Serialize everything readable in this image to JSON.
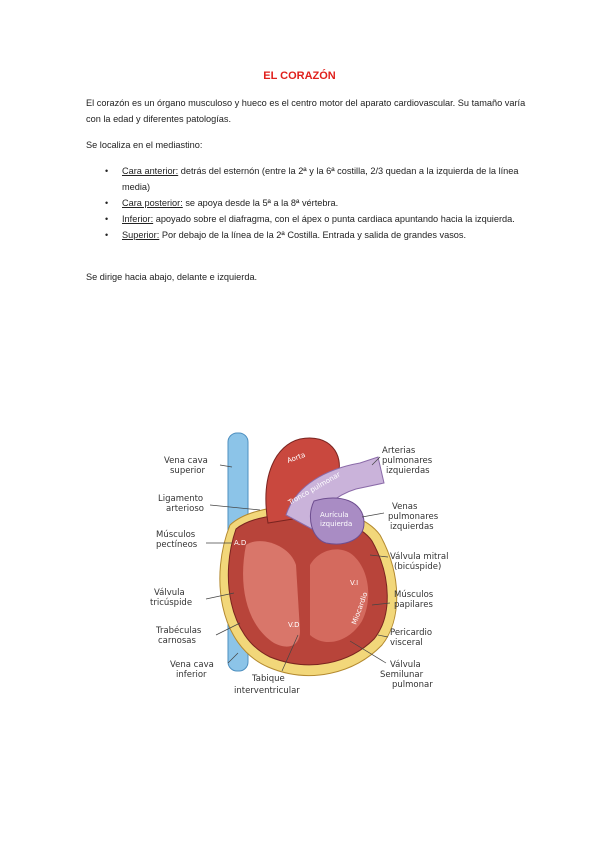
{
  "document": {
    "title": "EL CORAZÓN",
    "intro": "El corazón es un órgano musculoso y hueco es el centro motor del aparato cardiovascular. Su tamaño varía con la edad y diferentes patologías.",
    "location": "Se localiza en el mediastino:",
    "items": [
      {
        "term": "Cara anterior:",
        "text": " detrás del esternón (entre la 2ª y la 6ª costilla, 2/3 quedan a la izquierda de la línea media)"
      },
      {
        "term": "Cara posterior:",
        "text": " se apoya desde la 5ª a la 8ª vértebra."
      },
      {
        "term": "Inferior:",
        "text": " apoyado sobre el diafragma, con el ápex o punta cardiaca apuntando hacia la izquierda."
      },
      {
        "term": "Superior:",
        "text": " Por debajo de la línea de la 2ª Costilla. Entrada y salida de grandes vasos."
      }
    ],
    "direction": "Se dirige hacia abajo, delante e izquierda.",
    "bullet": "•"
  },
  "diagram": {
    "labels": {
      "vena_cava_superior": [
        "Vena cava",
        "superior"
      ],
      "ligamento_arterioso": [
        "Ligamento",
        "arterioso"
      ],
      "musculos_pectineos": [
        "Músculos",
        "pectíneos"
      ],
      "valvula_tricuspide": [
        "Válvula",
        "tricúspide"
      ],
      "trabeculas": [
        "Trabéculas",
        "carnosas"
      ],
      "vena_cava_inferior": [
        "Vena cava",
        "inferior"
      ],
      "tabique": [
        "Tabique",
        "interventricular"
      ],
      "arterias_pulmonares": [
        "Arterias",
        "pulmonares",
        "izquierdas"
      ],
      "venas_pulmonares": [
        "Venas",
        "pulmonares",
        "izquierdas"
      ],
      "valvula_mitral": [
        "Válvula mitral",
        "(bicúspide)"
      ],
      "musculos_papilares": [
        "Músculos",
        "papilares"
      ],
      "pericardio": [
        "Pericardio",
        "visceral"
      ],
      "valvula_semilunar": [
        "Válvula",
        "Semilunar",
        "pulmonar"
      ]
    },
    "inner": {
      "aorta": "Aorta",
      "tronco": "Tronco pulmonar",
      "auricula": [
        "Aurícula",
        "izquierda"
      ],
      "ad": "A.D",
      "vi": "V.I",
      "vd": "V.D",
      "miocardio": "Miocardio"
    }
  }
}
